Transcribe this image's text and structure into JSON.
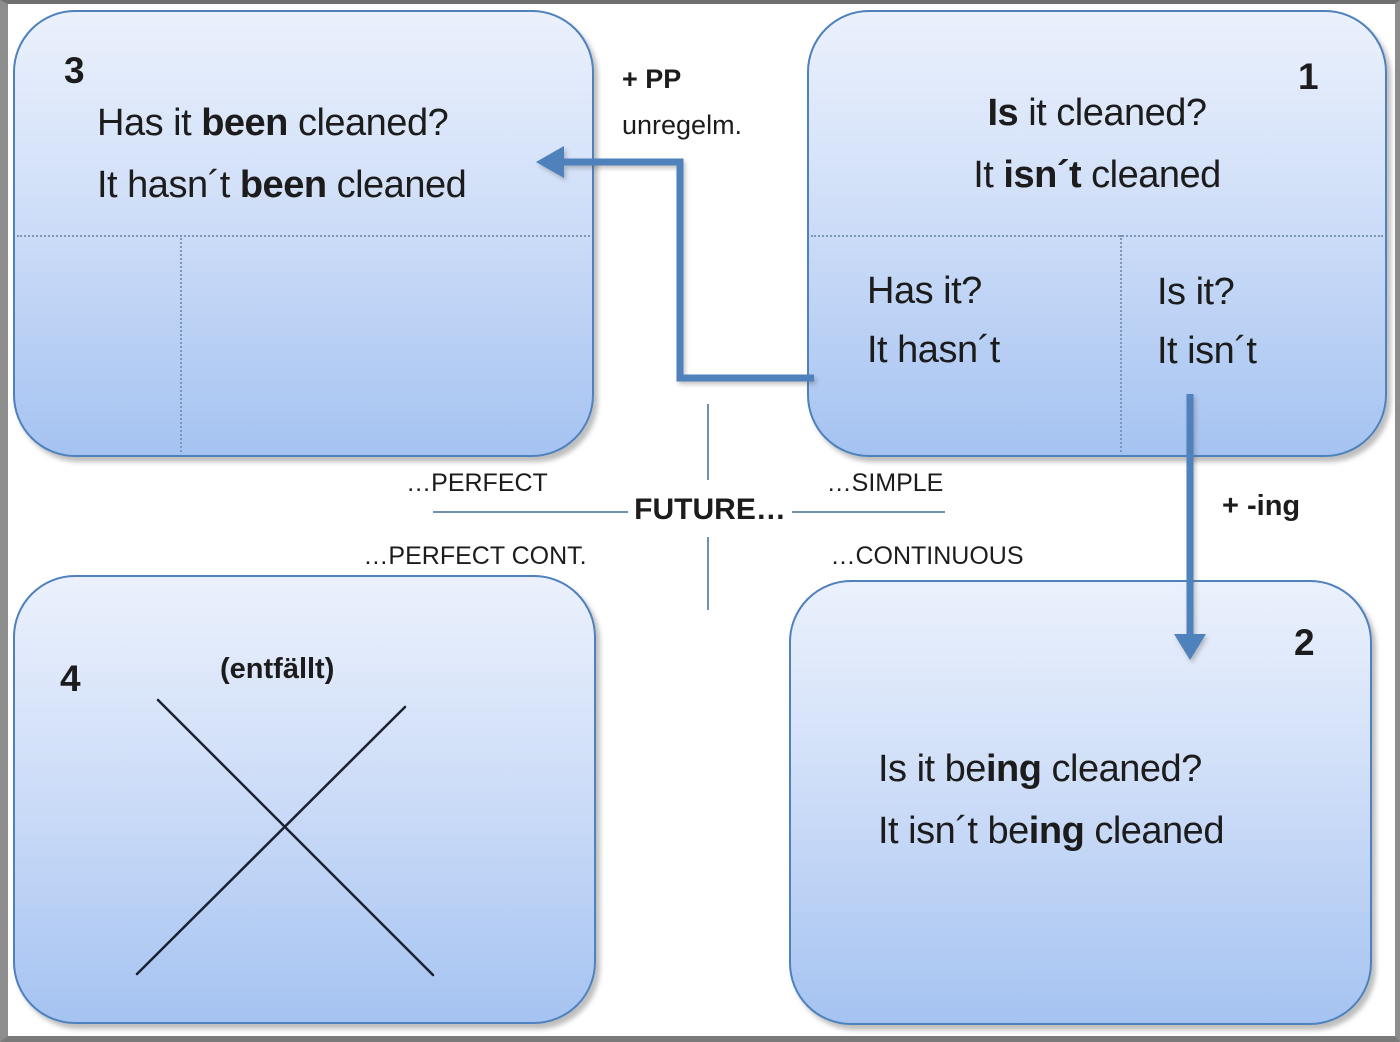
{
  "boxes": {
    "box1": {
      "number": "1",
      "lines": [
        [
          {
            "t": "Is",
            "b": true
          },
          {
            "t": " it cleaned?"
          }
        ],
        [
          {
            "t": "It "
          },
          {
            "t": "isn´t",
            "b": true
          },
          {
            "t": " cleaned"
          }
        ]
      ],
      "cells": {
        "left": [
          "Has it?",
          "It hasn´t"
        ],
        "right": [
          "Is it?",
          "It isn´t"
        ]
      }
    },
    "box2": {
      "number": "2",
      "lines": [
        [
          {
            "t": "Is it be"
          },
          {
            "t": "ing",
            "b": true
          },
          {
            "t": " cleaned?"
          }
        ],
        [
          {
            "t": "It isn´t be"
          },
          {
            "t": "ing",
            "b": true
          },
          {
            "t": " cleaned"
          }
        ]
      ]
    },
    "box3": {
      "number": "3",
      "lines": [
        [
          {
            "t": "Has it "
          },
          {
            "t": "been",
            "b": true
          },
          {
            "t": " cleaned?"
          }
        ],
        [
          {
            "t": "It hasn´t "
          },
          {
            "t": "been",
            "b": true
          },
          {
            "t": " cleaned"
          }
        ]
      ]
    },
    "box4": {
      "number": "4",
      "note": "(entfällt)"
    }
  },
  "center": {
    "hub": "FUTURE…",
    "top_left": "…PERFECT",
    "top_right": "…SIMPLE",
    "bottom_left": "…PERFECT CONT.",
    "bottom_right": "…CONTINUOUS"
  },
  "connectors": {
    "pp_label": "+ PP",
    "pp_sublabel": "unregelm.",
    "ing_label": "+ -ing"
  },
  "colors": {
    "box_border": "#4f81bd",
    "box_fill_top": "#ebf1fc",
    "box_fill_bottom": "#a5c3f1",
    "connector": "#4f81bd",
    "crosshair": "#7191b0",
    "dotted": "#7d97b8",
    "x_mark": "#1b2130",
    "text": "#1c1c1c",
    "frame": "#8d8d8d",
    "background": "#ffffff"
  }
}
